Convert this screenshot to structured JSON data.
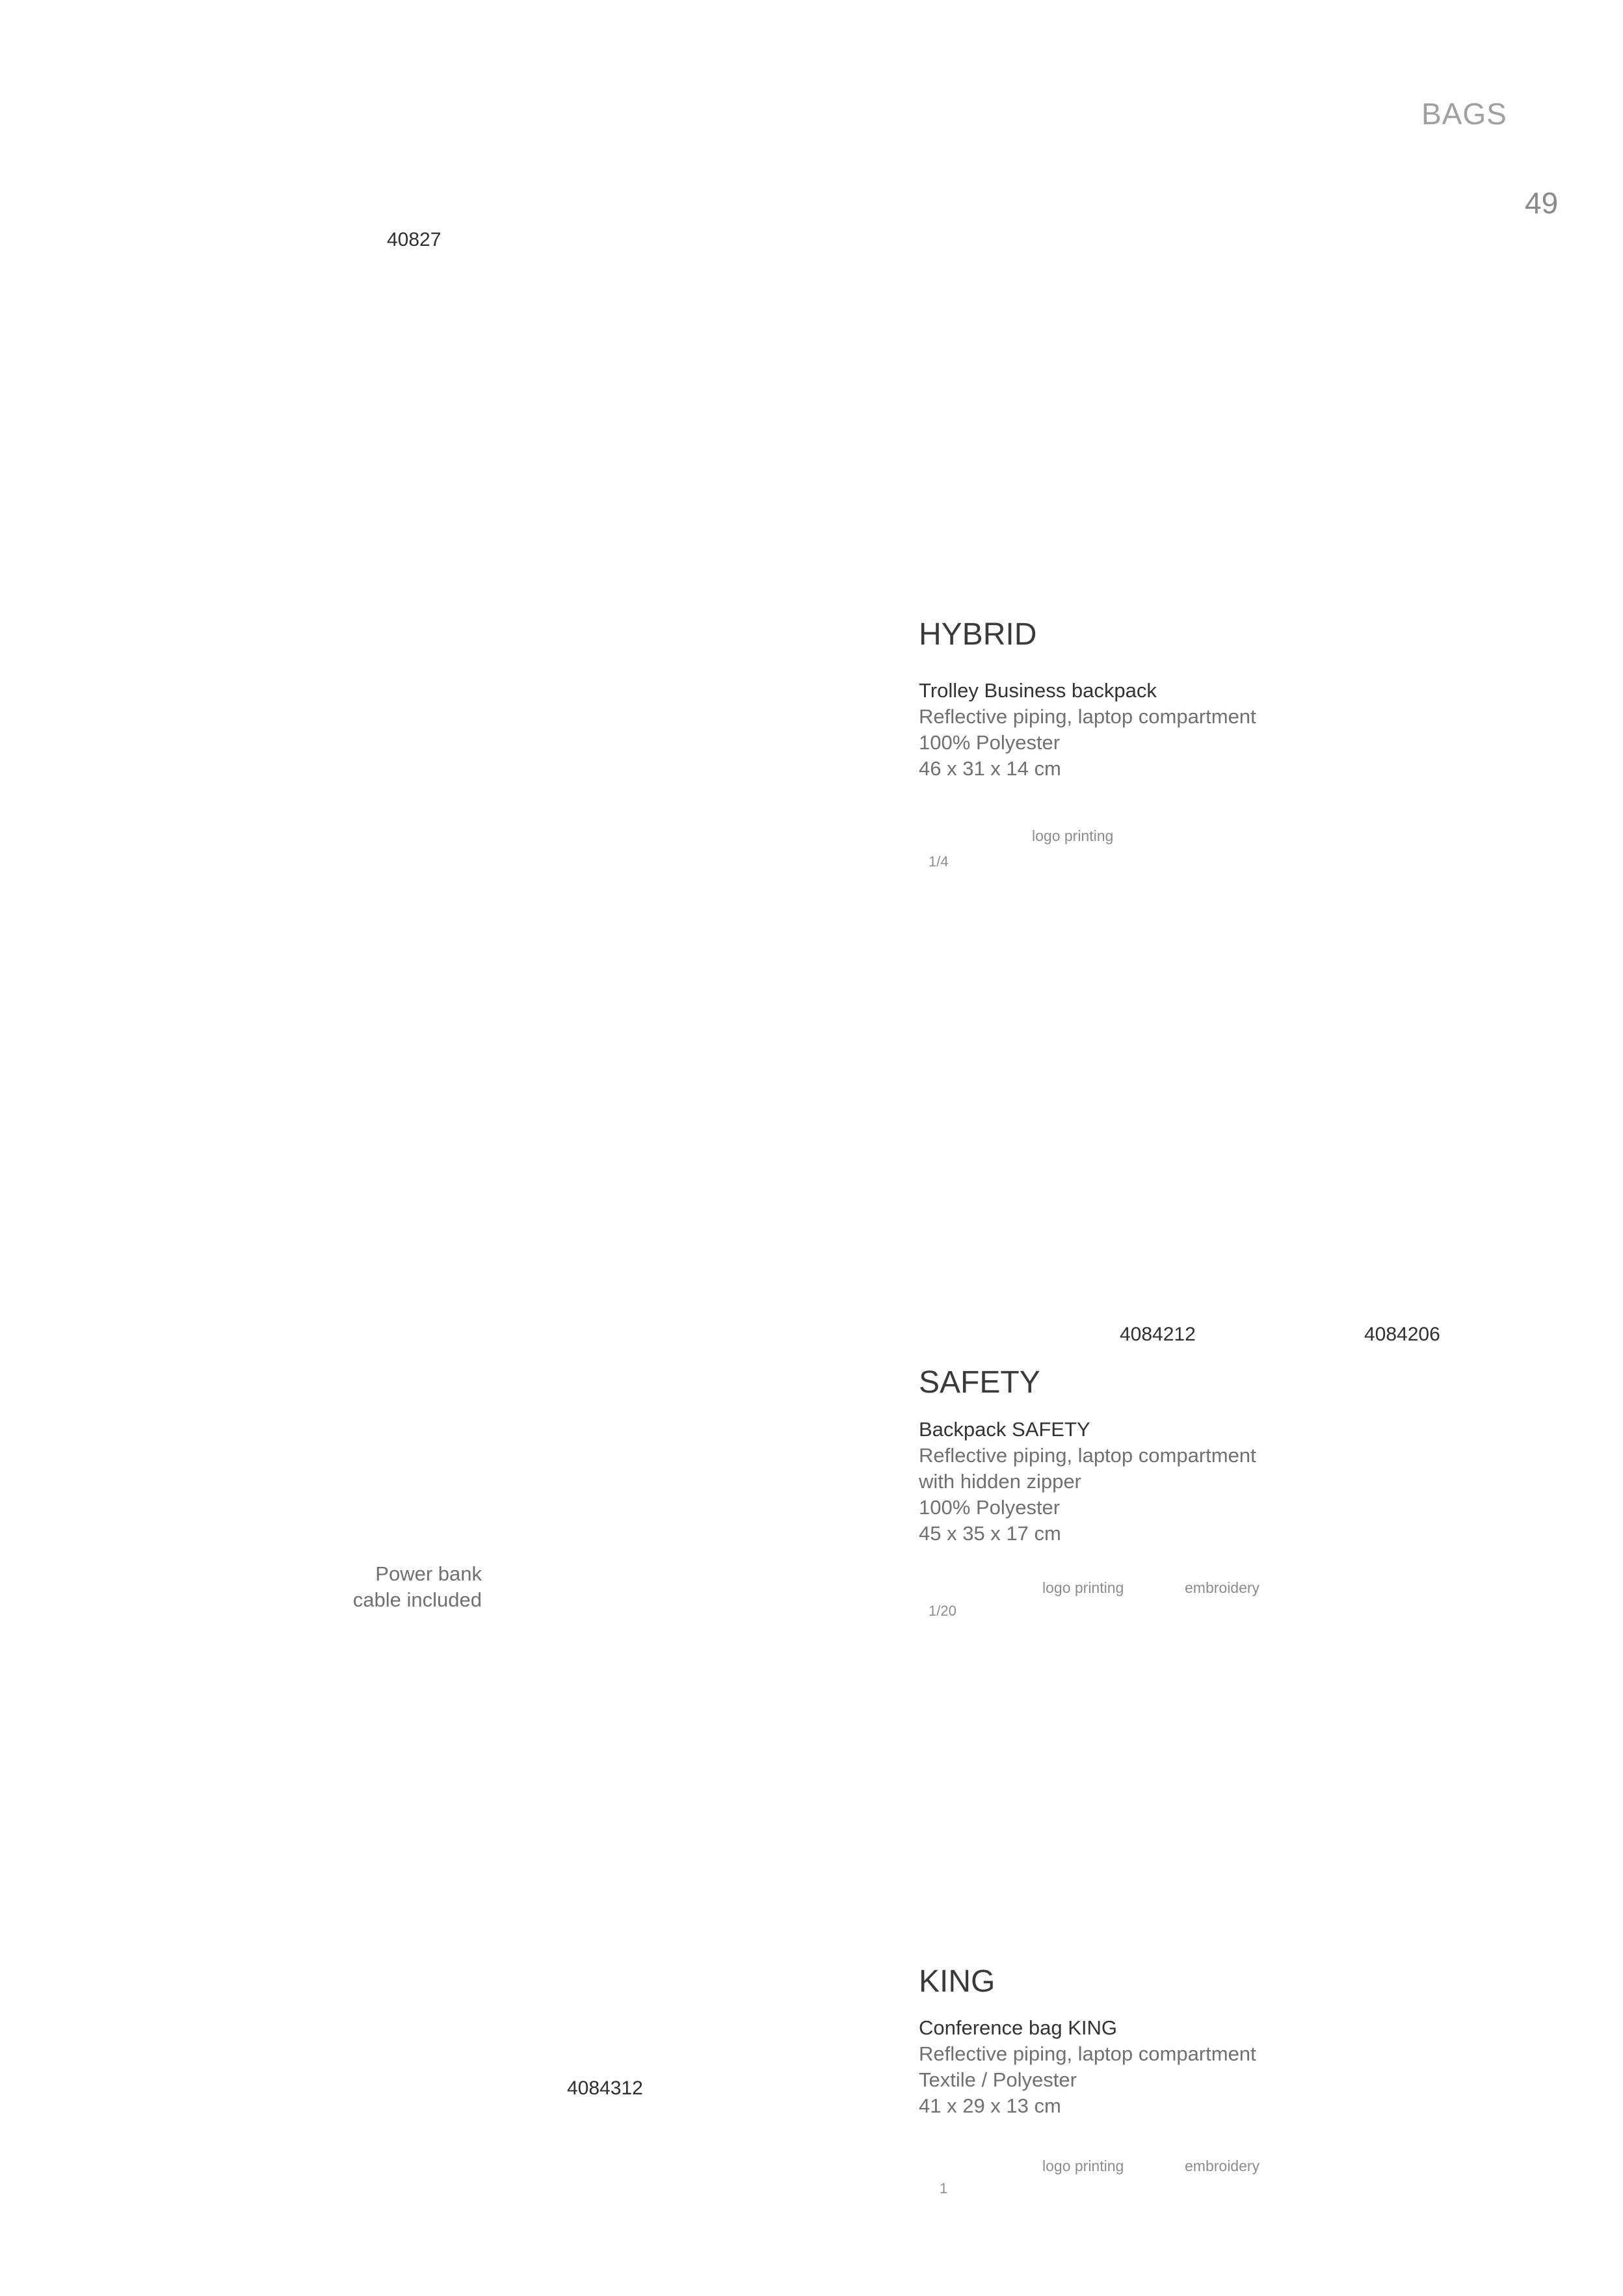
{
  "header": {
    "section_title": "BAGS",
    "page_number": "49"
  },
  "products": [
    {
      "name": "HYBRID",
      "lines": [
        "Trolley Business backpack",
        "Reflective piping, laptop compartment",
        "100% Polyester",
        "46 x 31 x 14 cm"
      ],
      "skus": [
        "40827"
      ],
      "branding": [
        "logo printing"
      ],
      "packing": "1/4"
    },
    {
      "name": "SAFETY",
      "lines": [
        "Backpack SAFETY",
        "Reflective piping, laptop compartment",
        "with hidden zipper",
        "100% Polyester",
        "45 x 35 x 17 cm"
      ],
      "skus": [
        "4084212",
        "4084206"
      ],
      "branding": [
        "logo printing",
        "embroidery"
      ],
      "packing": "1/20",
      "note_lines": [
        "Power bank",
        "cable included"
      ]
    },
    {
      "name": "KING",
      "lines": [
        "Conference bag KING",
        "Reflective piping, laptop compartment",
        "Textile / Polyester",
        "41 x 29 x 13 cm"
      ],
      "skus": [
        "4084312"
      ],
      "branding": [
        "logo printing",
        "embroidery"
      ],
      "packing": "1"
    }
  ]
}
